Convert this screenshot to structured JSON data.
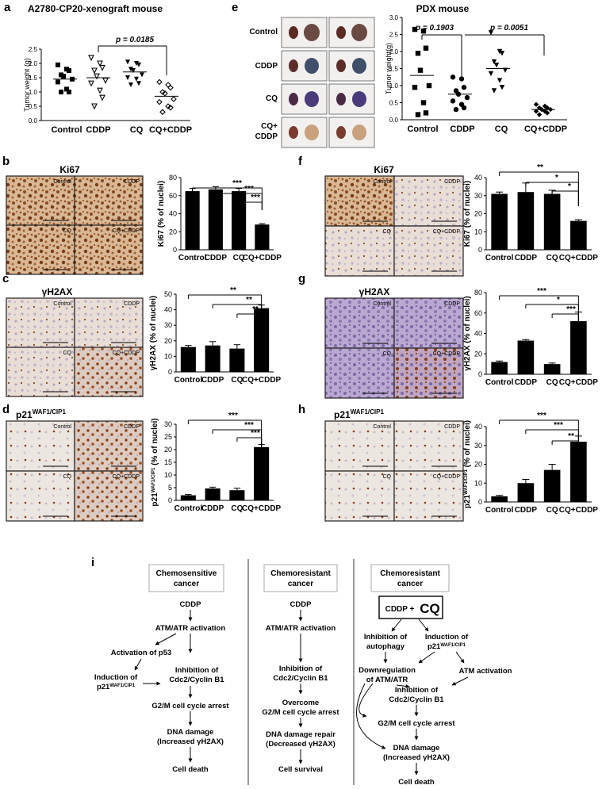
{
  "panels": {
    "a": {
      "letter": "a",
      "title": "A2780-CP20-xenograft mouse",
      "ylabel": "Tumor weight (g)",
      "pvalue": "p = 0.0185"
    },
    "e": {
      "letter": "e",
      "title": "PDX mouse",
      "ylabel": "Tumor weight(g)",
      "pvalue1": "p = 0.1903",
      "pvalue2": "p = 0.0051",
      "photo_rows": [
        "Control",
        "CDDP",
        "CQ",
        "CQ+",
        "CDDP"
      ]
    },
    "b": {
      "letter": "b",
      "label": "Ki67",
      "ylabel": "Ki67 (% of nuclei)",
      "sig": [
        "***",
        "***",
        "***"
      ]
    },
    "c": {
      "letter": "c",
      "label": "γH2AX",
      "ylabel": "γH2AX (% of nuclei)",
      "sig": [
        "**",
        "**",
        "**"
      ]
    },
    "d": {
      "letter": "d",
      "label": "p21",
      "sup": "WAF1/CIP1",
      "ylabel": "p21",
      "ylabel_sup": "WAF1/CIP1",
      "ylabel_tail": "(% of nuclei)",
      "sig": [
        "***",
        "***",
        "***"
      ]
    },
    "f": {
      "letter": "f",
      "label": "Ki67",
      "ylabel": "Ki67 (% of nuclei)",
      "sig": [
        "**",
        "*",
        "*"
      ]
    },
    "g": {
      "letter": "g",
      "label": "γH2AX",
      "ylabel": "γH2AX (% of nuclei)",
      "sig": [
        "***",
        "*",
        "***"
      ]
    },
    "h": {
      "letter": "h",
      "label": "p21",
      "sup": "WAF1/CIP1",
      "ylabel": "p21",
      "ylabel_sup": "WAF1/CIP1",
      "ylabel_tail": "(% of nuclei)",
      "sig": [
        "***",
        "***",
        "**"
      ]
    }
  },
  "micro_labels": [
    "Control",
    "CDDP",
    "CQ",
    "CQ+CDDP"
  ],
  "diagram": {
    "letter": "i",
    "col1": {
      "header": [
        "Chemosensitive",
        "cancer"
      ],
      "nodes": [
        "CDDP",
        "ATM/ATR activation",
        "Activation of p53",
        "Induction of",
        "WAF1/CIP1",
        "Inhibition of",
        "Cdc2/Cyclin B1",
        "G2/M cell cycle arrest",
        "DNA damage",
        "(Increased γH2AX)",
        "Cell death"
      ],
      "p21": "p21"
    },
    "col2": {
      "header": [
        "Chemoresistant",
        "cancer"
      ],
      "nodes": [
        "CDDP",
        "ATM/ATR activation",
        "Inhibition of",
        "Cdc2/Cyclin B1",
        "Overcome",
        "G2/M cell cycle arrest",
        "DNA damage repair",
        "(Decreased γH2AX)",
        "Cell survival"
      ]
    },
    "col3": {
      "header": [
        "Chemoresistant",
        "cancer"
      ],
      "box_a": "CDDP +",
      "box_b": "CQ",
      "nodes": [
        "Inhibition of",
        "autophagy",
        "Induction of",
        "p21",
        "WAF1/CIP1",
        "Downregulation",
        "of ATM/ATR",
        "ATM activation",
        "Inhibition of",
        "Cdc2/Cyclin B1",
        "G2/M cell cycle arrest",
        "DNA damage",
        "(Increased γH2AX)",
        "Cell death"
      ]
    }
  },
  "chart_data": [
    {
      "panel": "a",
      "type": "scatter",
      "title": "A2780-CP20-xenograft mouse",
      "ylabel": "Tumor weight (g)",
      "ylim": [
        0,
        2.5
      ],
      "yticks": [
        "0.0",
        "0.5",
        "1.0",
        "1.5",
        "2.0",
        "2.5"
      ],
      "categories": [
        "Control",
        "CDDP",
        "CQ",
        "CQ+CDDP"
      ],
      "series": [
        {
          "values": [
            1.95,
            1.8,
            1.75,
            1.6,
            1.55,
            1.45,
            1.35,
            1.1,
            1.0,
            1.0
          ]
        },
        {
          "values": [
            2.2,
            2.0,
            1.85,
            1.75,
            1.55,
            1.4,
            1.3,
            1.05,
            0.8,
            0.5
          ]
        },
        {
          "values": [
            2.05,
            2.0,
            1.95,
            1.8,
            1.75,
            1.6,
            1.5,
            1.45,
            1.3,
            1.25
          ]
        },
        {
          "values": [
            1.35,
            1.25,
            1.15,
            1.0,
            0.95,
            0.75,
            0.65,
            0.5,
            0.45,
            0.3
          ]
        }
      ],
      "means": [
        1.45,
        1.5,
        1.7,
        0.85
      ]
    },
    {
      "panel": "e",
      "type": "scatter",
      "ylabel": "Tumor weight(g)",
      "ylim": [
        0,
        3.0
      ],
      "yticks": [
        "0.0",
        "0.5",
        "1.0",
        "1.5",
        "2.0",
        "2.5",
        "3.0"
      ],
      "categories": [
        "Control",
        "CDDP",
        "CQ",
        "CQ+CDDP"
      ],
      "series": [
        {
          "values": [
            2.65,
            2.6,
            2.1,
            1.95,
            1.45,
            1.0,
            0.95,
            0.5,
            0.2,
            0.15
          ]
        },
        {
          "values": [
            1.25,
            1.2,
            0.95,
            0.85,
            0.75,
            0.65,
            0.55,
            0.45,
            0.35,
            0.3
          ]
        },
        {
          "values": [
            2.55,
            2.0,
            1.95,
            1.7,
            1.6,
            1.45,
            1.35,
            1.15,
            0.95,
            0.85
          ]
        },
        {
          "values": [
            0.45,
            0.4,
            0.35,
            0.35,
            0.3,
            0.3,
            0.25,
            0.25,
            0.2,
            0.15
          ]
        }
      ],
      "means": [
        1.3,
        0.75,
        1.5,
        0.3
      ]
    },
    {
      "panel": "b",
      "type": "bar",
      "ylabel": "Ki67 (% of nuclei)",
      "ylim": [
        0,
        80
      ],
      "yticks": [
        "0",
        "20",
        "40",
        "60",
        "80"
      ],
      "categories": [
        "Control",
        "CDDP",
        "CQ",
        "CQ+CDDP"
      ],
      "values": [
        65,
        67,
        65,
        28
      ],
      "errors": [
        3,
        3,
        3,
        1
      ]
    },
    {
      "panel": "c",
      "type": "bar",
      "ylabel": "γH2AX (% of nuclei)",
      "ylim": [
        0,
        50
      ],
      "yticks": [
        "0",
        "10",
        "20",
        "30",
        "40",
        "50"
      ],
      "categories": [
        "Control",
        "CDDP",
        "CQ",
        "CQ+CDDP"
      ],
      "values": [
        16,
        17,
        15,
        41
      ],
      "errors": [
        1,
        2.5,
        2.5,
        2
      ]
    },
    {
      "panel": "d",
      "type": "bar",
      "ylabel": "p21 WAF1/CIP1 (% of nuclei)",
      "ylim": [
        0,
        30
      ],
      "yticks": [
        "0",
        "5",
        "10",
        "15",
        "20",
        "25",
        "30"
      ],
      "categories": [
        "Control",
        "CDDP",
        "CQ",
        "CQ+CDDP"
      ],
      "values": [
        2,
        4.7,
        4,
        21
      ],
      "errors": [
        0.3,
        0.5,
        0.8,
        1
      ]
    },
    {
      "panel": "f",
      "type": "bar",
      "ylabel": "Ki67 (% of nuclei)",
      "ylim": [
        0,
        40
      ],
      "yticks": [
        "0",
        "10",
        "20",
        "30",
        "40"
      ],
      "categories": [
        "Control",
        "CDDP",
        "CQ",
        "CQ+CDDP"
      ],
      "values": [
        31,
        32,
        31,
        16
      ],
      "errors": [
        1,
        5,
        2,
        0.7
      ]
    },
    {
      "panel": "g",
      "type": "bar",
      "ylabel": "γH2AX (% of nuclei)",
      "ylim": [
        0,
        80
      ],
      "yticks": [
        "0",
        "20",
        "40",
        "60",
        "80"
      ],
      "categories": [
        "Control",
        "CDDP",
        "CQ",
        "CQ+CDDP"
      ],
      "values": [
        12,
        33,
        10,
        52
      ],
      "errors": [
        1,
        1,
        1,
        9
      ]
    },
    {
      "panel": "h",
      "type": "bar",
      "ylabel": "p21 WAF1/CIP1 (% of nuclei)",
      "ylim": [
        0,
        40
      ],
      "yticks": [
        "0",
        "10",
        "20",
        "30",
        "40"
      ],
      "categories": [
        "Control",
        "CDDP",
        "CQ",
        "CQ+CDDP"
      ],
      "values": [
        3,
        10,
        17,
        32
      ],
      "errors": [
        0.5,
        2,
        3,
        3
      ]
    }
  ]
}
